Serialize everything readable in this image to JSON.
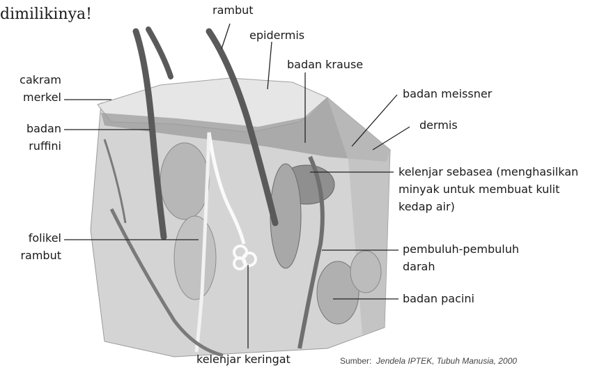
{
  "heading": "dimilikinya!",
  "labels": {
    "rambut": "rambut",
    "epidermis": "epidermis",
    "badan_krause": "badan krause",
    "cakram_1": "cakram",
    "cakram_2": "merkel",
    "badan_meissner": "badan meissner",
    "dermis": "dermis",
    "badan_ruffini_1": "badan",
    "badan_ruffini_2": "ruffini",
    "sebasea_1": "kelenjar sebasea (menghasilkan",
    "sebasea_2": "minyak untuk membuat kulit",
    "sebasea_3": "kedap air)",
    "folikel_1": "folikel",
    "folikel_2": "rambut",
    "pembuluh_1": "pembuluh-pembuluh",
    "pembuluh_2": "darah",
    "badan_pacini": "badan pacini",
    "kelenjar_keringat": "kelenjar keringat"
  },
  "source": {
    "prefix": "Sumber:",
    "title": "Jendela IPTEK, Tubuh Manusia, 2000"
  },
  "colors": {
    "skin_light": "#e2e2e2",
    "skin_mid": "#c8c8c8",
    "skin_dark": "#8a8a8a",
    "vessel": "#6f6f6f",
    "hair": "#5a5a5a",
    "leader_line": "#222222"
  }
}
